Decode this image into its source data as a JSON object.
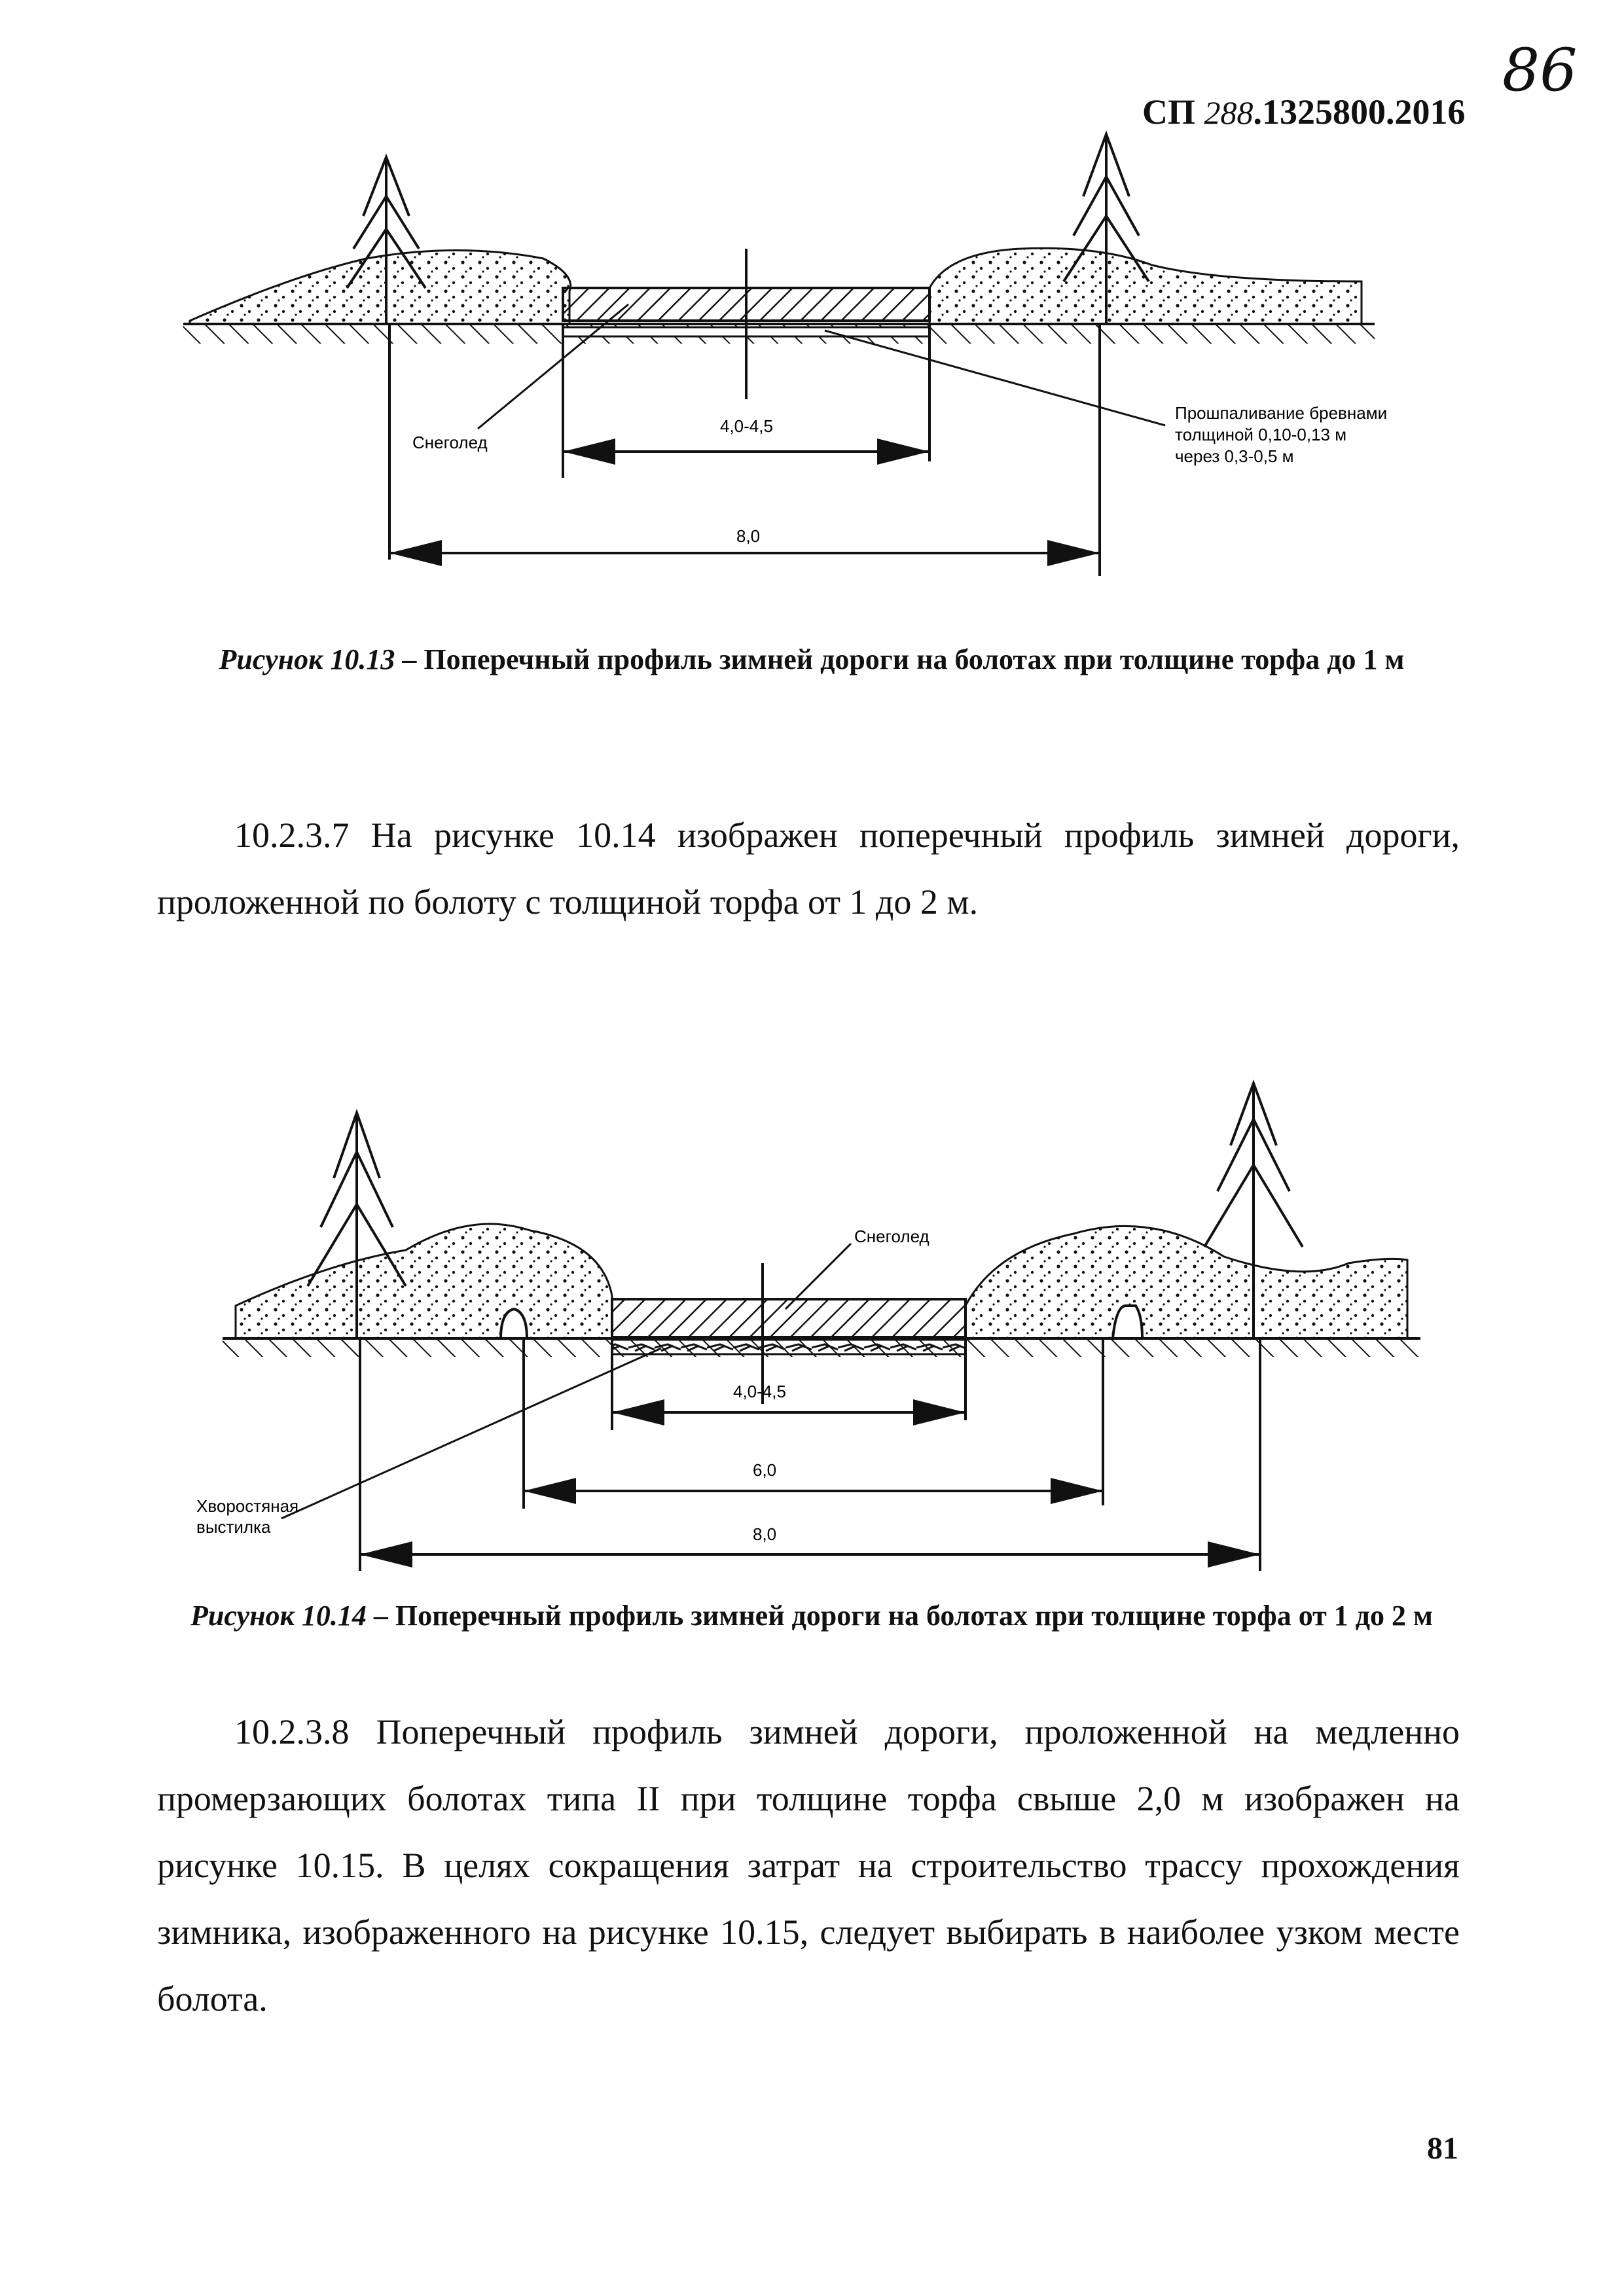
{
  "header": {
    "handwritten_page": "86",
    "doc_prefix": "СП ",
    "doc_handwritten_number": "288",
    "doc_suffix": ".1325800.2016"
  },
  "figure_13": {
    "label_snow_ice": "Снеголед",
    "label_logs_line1": "Прошпаливание бревнами",
    "label_logs_line2": "толщиной 0,10-0,13 м",
    "label_logs_line3": "через 0,3-0,5 м",
    "dim_road": "4,0-4,5",
    "dim_total": "8,0",
    "caption_label": "Рисунок 10.13",
    "caption_text": " – Поперечный профиль зимней дороги на болотах при толщине торфа до 1 м"
  },
  "paragraph_1": "10.2.3.7 На рисунке 10.14 изображен поперечный профиль зимней дороги, проложенной по болоту с толщиной торфа от 1 до 2 м.",
  "figure_14": {
    "label_snow_ice": "Снеголед",
    "label_brush_line1": "Хворостяная",
    "label_brush_line2": "выстилка",
    "dim_road": "4,0-4,5",
    "dim_middle": "6,0",
    "dim_total": "8,0",
    "caption_label": "Рисунок 10.14",
    "caption_text": " – Поперечный профиль зимней дороги на болотах при толщине торфа от 1 до 2 м"
  },
  "paragraph_2": "10.2.3.8 Поперечный профиль зимней дороги, проложенной на медленно промерзающих болотах типа II при толщине торфа свыше 2,0 м изображен на рисунке 10.15. В целях сокращения затрат на строительство трассу прохождения зимника, изображенного на рисунке 10.15, следует выбирать в наиболее узком месте болота.",
  "footer": {
    "page_number": "81"
  }
}
